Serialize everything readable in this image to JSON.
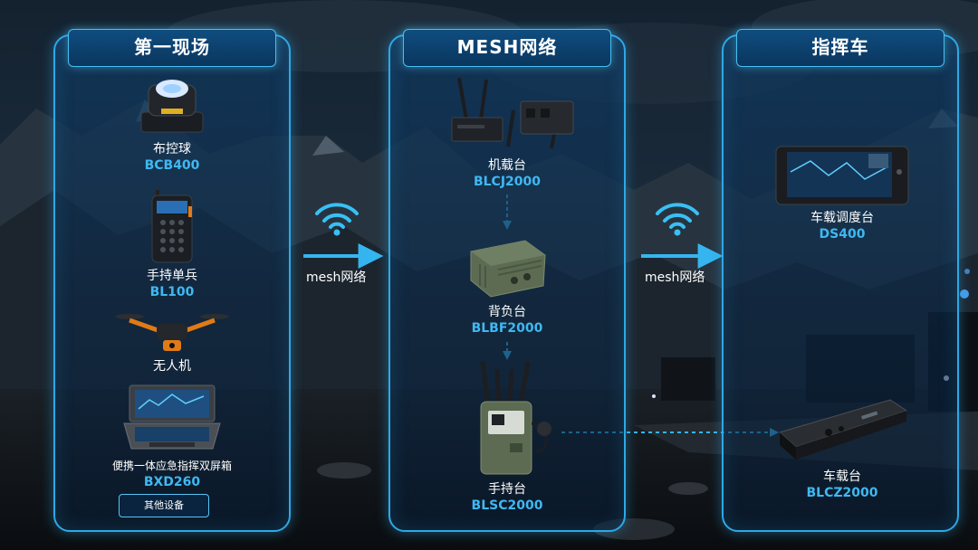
{
  "panels": {
    "left": {
      "title": "第一现场"
    },
    "middle": {
      "title": "MESH网络"
    },
    "right": {
      "title": "指挥车"
    }
  },
  "left_devices": [
    {
      "name": "布控球",
      "model": "BCB400"
    },
    {
      "name": "手持单兵",
      "model": "BL100"
    },
    {
      "name": "无人机",
      "model": ""
    },
    {
      "name": "便携一体应急指挥双屏箱",
      "model": "BXD260"
    }
  ],
  "other_button_label": "其他设备",
  "middle_devices": [
    {
      "name": "机载台",
      "model": "BLCJ2000"
    },
    {
      "name": "背负台",
      "model": "BLBF2000"
    },
    {
      "name": "手持台",
      "model": "BLSC2000"
    }
  ],
  "right_devices": [
    {
      "name": "车载调度台",
      "model": "DS400"
    },
    {
      "name": "车载台",
      "model": "BLCZ2000"
    }
  ],
  "mesh_links": [
    {
      "label": "mesh网络"
    },
    {
      "label": "mesh网络"
    }
  ],
  "colors": {
    "accent": "#2ea8e6",
    "model_text": "#3fb8f2",
    "panel_fill": "#0f3a62"
  }
}
